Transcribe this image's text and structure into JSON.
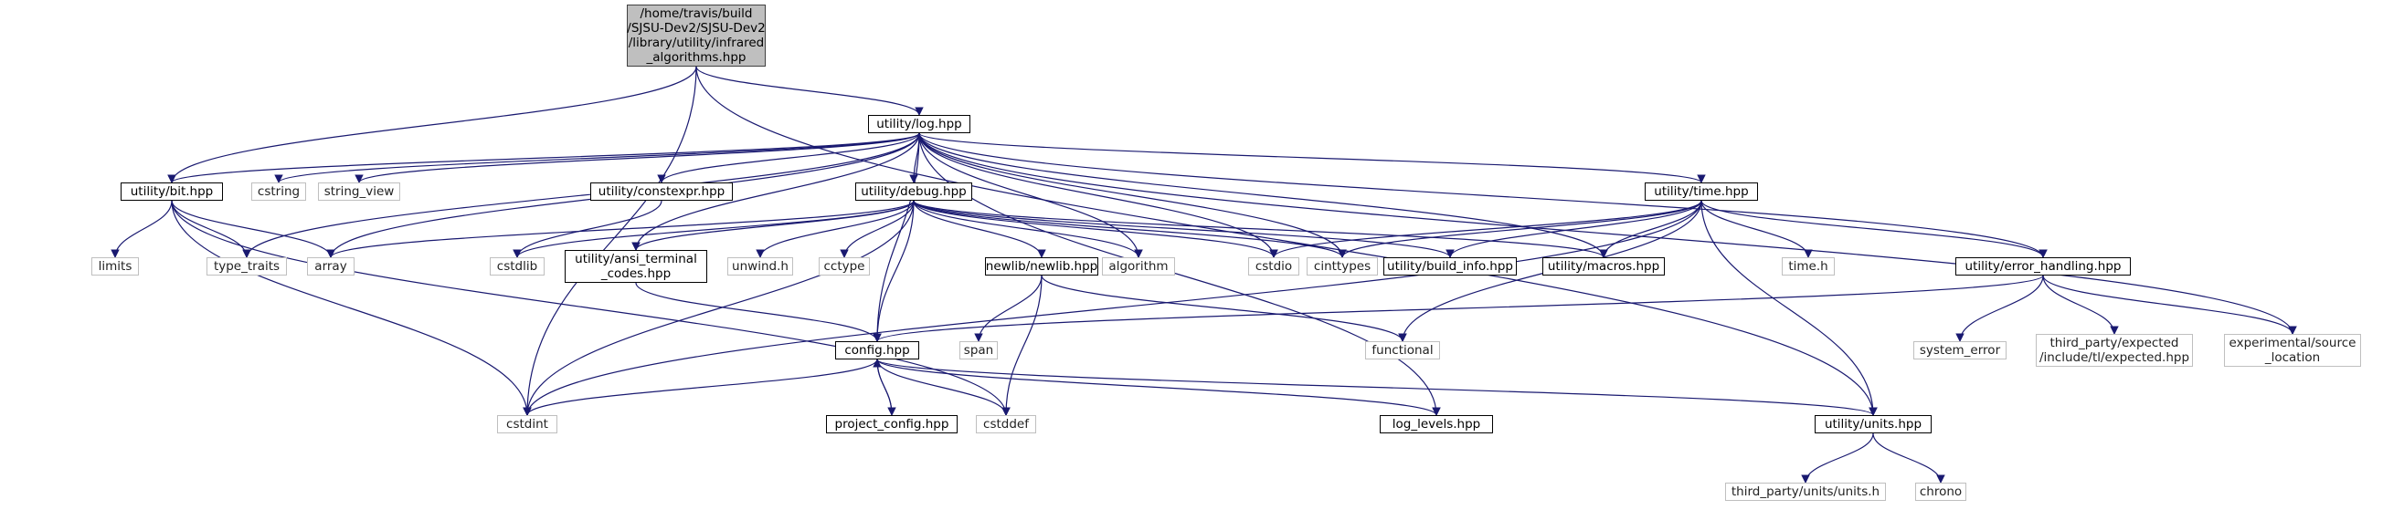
{
  "colors": {
    "edge": "#191970",
    "root_fill": "#bfbfbf",
    "documented_border": "#000000",
    "external_border": "#bfbfbf"
  },
  "nodes": {
    "root": {
      "lines": [
        "/home/travis/build",
        "/SJSU-Dev2/SJSU-Dev2",
        "/library/utility/infrared",
        "_algorithms.hpp"
      ]
    },
    "log": {
      "lines": [
        "utility/log.hpp"
      ]
    },
    "bit": {
      "lines": [
        "utility/bit.hpp"
      ]
    },
    "cstring": {
      "lines": [
        "cstring"
      ]
    },
    "string_view": {
      "lines": [
        "string_view"
      ]
    },
    "constexpr": {
      "lines": [
        "utility/constexpr.hpp"
      ]
    },
    "debug": {
      "lines": [
        "utility/debug.hpp"
      ]
    },
    "time": {
      "lines": [
        "utility/time.hpp"
      ]
    },
    "limits": {
      "lines": [
        "limits"
      ]
    },
    "type_traits": {
      "lines": [
        "type_traits"
      ]
    },
    "array": {
      "lines": [
        "array"
      ]
    },
    "cstdlib": {
      "lines": [
        "cstdlib"
      ]
    },
    "ansi": {
      "lines": [
        "utility/ansi_terminal",
        "_codes.hpp"
      ]
    },
    "unwind": {
      "lines": [
        "unwind.h"
      ]
    },
    "cctype": {
      "lines": [
        "cctype"
      ]
    },
    "newlib": {
      "lines": [
        "newlib/newlib.hpp"
      ]
    },
    "algorithm": {
      "lines": [
        "algorithm"
      ]
    },
    "cstdio": {
      "lines": [
        "cstdio"
      ]
    },
    "cinttypes": {
      "lines": [
        "cinttypes"
      ]
    },
    "build_info": {
      "lines": [
        "utility/build_info.hpp"
      ]
    },
    "macros": {
      "lines": [
        "utility/macros.hpp"
      ]
    },
    "time_h": {
      "lines": [
        "time.h"
      ]
    },
    "error_handling": {
      "lines": [
        "utility/error_handling.hpp"
      ]
    },
    "config": {
      "lines": [
        "config.hpp"
      ]
    },
    "span": {
      "lines": [
        "span"
      ]
    },
    "functional": {
      "lines": [
        "functional"
      ]
    },
    "system_error": {
      "lines": [
        "system_error"
      ]
    },
    "expected": {
      "lines": [
        "third_party/expected",
        "/include/tl/expected.hpp"
      ]
    },
    "source_location": {
      "lines": [
        "experimental/source",
        "_location"
      ]
    },
    "cstdint": {
      "lines": [
        "cstdint"
      ]
    },
    "project_config": {
      "lines": [
        "project_config.hpp"
      ]
    },
    "cstddef": {
      "lines": [
        "cstddef"
      ]
    },
    "log_levels": {
      "lines": [
        "log_levels.hpp"
      ]
    },
    "units": {
      "lines": [
        "utility/units.hpp"
      ]
    },
    "units_h": {
      "lines": [
        "third_party/units/units.h"
      ]
    },
    "chrono": {
      "lines": [
        "chrono"
      ]
    }
  },
  "edges": [
    [
      "root",
      "log"
    ],
    [
      "root",
      "bit"
    ],
    [
      "root",
      "cstdint"
    ],
    [
      "root",
      "units"
    ],
    [
      "log",
      "bit"
    ],
    [
      "log",
      "cstring"
    ],
    [
      "log",
      "string_view"
    ],
    [
      "log",
      "constexpr"
    ],
    [
      "log",
      "debug"
    ],
    [
      "log",
      "time"
    ],
    [
      "log",
      "type_traits"
    ],
    [
      "log",
      "array"
    ],
    [
      "log",
      "ansi"
    ],
    [
      "log",
      "config"
    ],
    [
      "log",
      "algorithm"
    ],
    [
      "log",
      "cstdio"
    ],
    [
      "log",
      "cinttypes"
    ],
    [
      "log",
      "macros"
    ],
    [
      "log",
      "error_handling"
    ],
    [
      "log",
      "source_location"
    ],
    [
      "log",
      "log_levels"
    ],
    [
      "bit",
      "limits"
    ],
    [
      "bit",
      "type_traits"
    ],
    [
      "bit",
      "array"
    ],
    [
      "bit",
      "cstdint"
    ],
    [
      "bit",
      "cstddef"
    ],
    [
      "constexpr",
      "cstdlib"
    ],
    [
      "debug",
      "array"
    ],
    [
      "debug",
      "cstdlib"
    ],
    [
      "debug",
      "ansi"
    ],
    [
      "debug",
      "unwind"
    ],
    [
      "debug",
      "cctype"
    ],
    [
      "debug",
      "newlib"
    ],
    [
      "debug",
      "algorithm"
    ],
    [
      "debug",
      "cstdio"
    ],
    [
      "debug",
      "cinttypes"
    ],
    [
      "debug",
      "build_info"
    ],
    [
      "debug",
      "macros"
    ],
    [
      "debug",
      "config"
    ],
    [
      "debug",
      "cstdint"
    ],
    [
      "time",
      "cstdio"
    ],
    [
      "time",
      "cinttypes"
    ],
    [
      "time",
      "build_info"
    ],
    [
      "time",
      "macros"
    ],
    [
      "time",
      "time_h"
    ],
    [
      "time",
      "error_handling"
    ],
    [
      "time",
      "functional"
    ],
    [
      "time",
      "units"
    ],
    [
      "time",
      "cstdint"
    ],
    [
      "ansi",
      "config"
    ],
    [
      "newlib",
      "span"
    ],
    [
      "newlib",
      "cstddef"
    ],
    [
      "newlib",
      "functional"
    ],
    [
      "error_handling",
      "config"
    ],
    [
      "error_handling",
      "system_error"
    ],
    [
      "error_handling",
      "expected"
    ],
    [
      "error_handling",
      "source_location"
    ],
    [
      "config",
      "cstdint"
    ],
    [
      "config",
      "project_config"
    ],
    [
      "config",
      "cstddef"
    ],
    [
      "config",
      "log_levels"
    ],
    [
      "config",
      "units"
    ],
    [
      "project_config",
      "config"
    ],
    [
      "units",
      "units_h"
    ],
    [
      "units",
      "chrono"
    ]
  ]
}
